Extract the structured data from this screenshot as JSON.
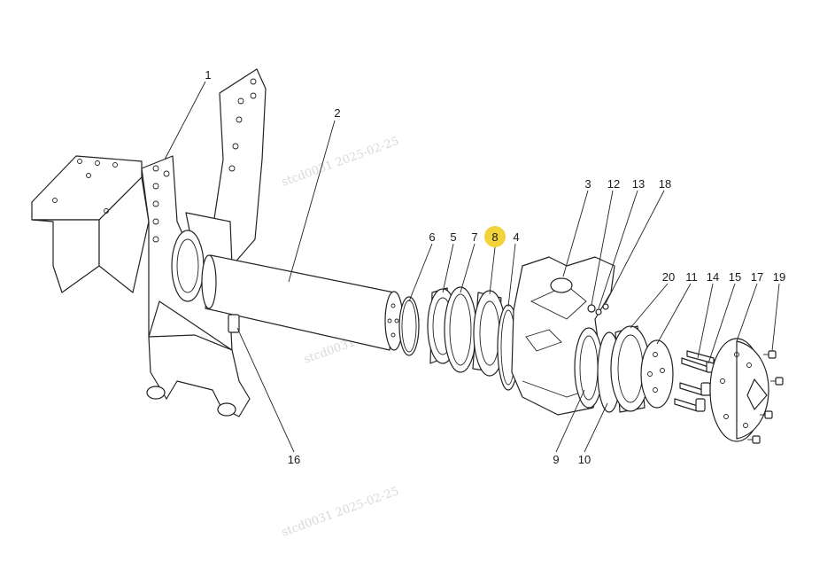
{
  "callouts": [
    {
      "id": "1",
      "text": "1"
    },
    {
      "id": "2",
      "text": "2"
    },
    {
      "id": "3",
      "text": "3"
    },
    {
      "id": "4",
      "text": "4"
    },
    {
      "id": "5",
      "text": "5"
    },
    {
      "id": "6",
      "text": "6"
    },
    {
      "id": "7",
      "text": "7"
    },
    {
      "id": "8",
      "text": "8",
      "highlighted": true
    },
    {
      "id": "9",
      "text": "9"
    },
    {
      "id": "10",
      "text": "10"
    },
    {
      "id": "11",
      "text": "11"
    },
    {
      "id": "12",
      "text": "12"
    },
    {
      "id": "13",
      "text": "13"
    },
    {
      "id": "14",
      "text": "14"
    },
    {
      "id": "15",
      "text": "15"
    },
    {
      "id": "16",
      "text": "16"
    },
    {
      "id": "17",
      "text": "17"
    },
    {
      "id": "18",
      "text": "18"
    },
    {
      "id": "19",
      "text": "19"
    },
    {
      "id": "20",
      "text": "20"
    }
  ],
  "watermark": {
    "text": "stcd0031   2025-02-25"
  },
  "colors": {
    "highlight": "#f2d33a",
    "line": "#222222",
    "watermark": "#cfcfcf"
  }
}
